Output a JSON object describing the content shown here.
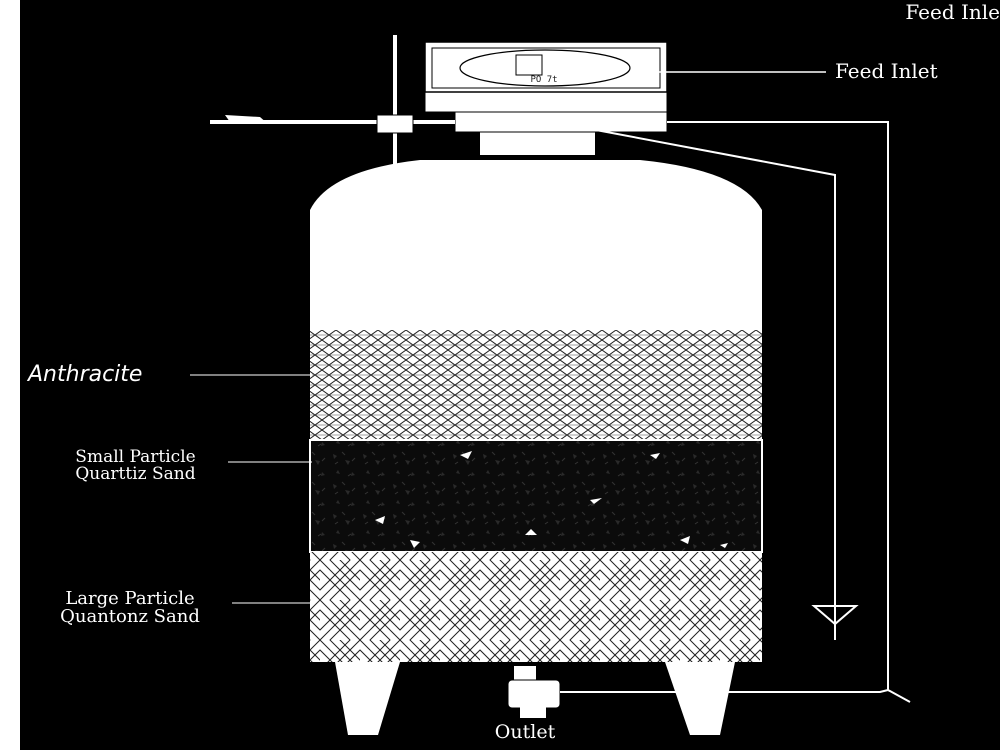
{
  "labels": {
    "top_partial": "Feed Inle",
    "feed_inlet": "Feed Inlet",
    "anthracite": "Anthracite",
    "small_particle_line1": "Small Particle",
    "small_particle_line2": "Quarttiz Sand",
    "large_particle_line1": "Large Particle",
    "large_particle_line2": "Quantonz Sand",
    "outlet": "Outlet"
  },
  "controller": {
    "display_text": "PO 7t"
  },
  "colors": {
    "background": "#000000",
    "tank": "#ffffff",
    "left_margin": "#ffffff",
    "lines": "#ffffff",
    "media_dark": "#0a0a0a"
  }
}
